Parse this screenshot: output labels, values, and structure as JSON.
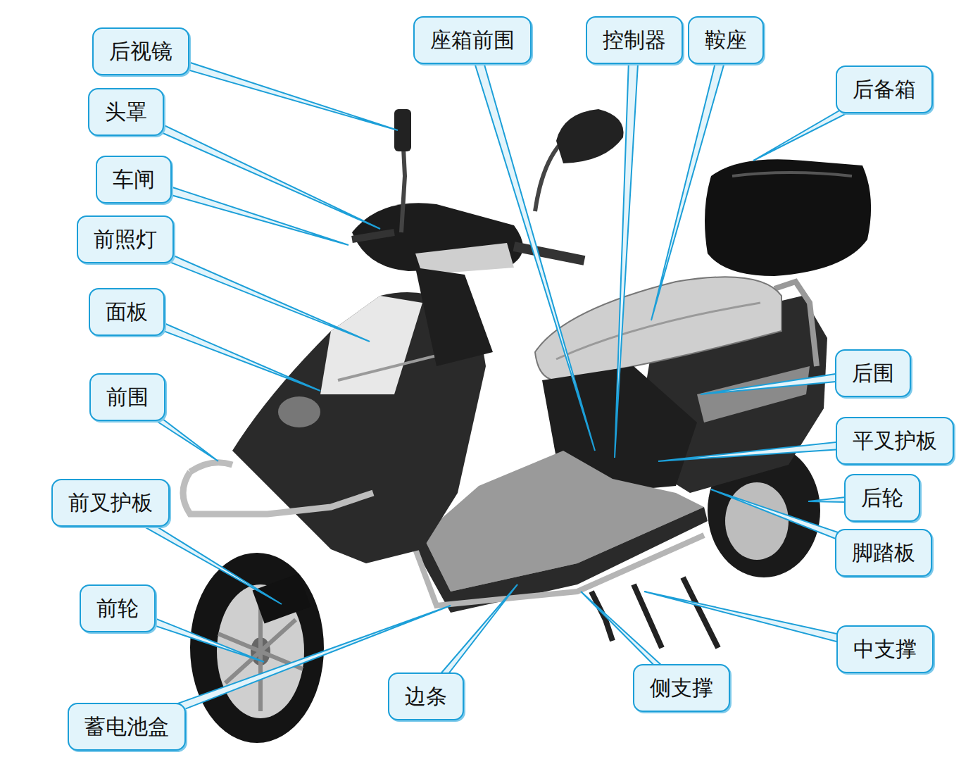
{
  "diagram": {
    "nodes": [
      {
        "text": [
          "后视镜"
        ]
      },
      {
        "text": [
          "座箱前围"
        ]
      },
      {
        "text": [
          "控制器"
        ]
      },
      {
        "text": [
          "鞍座"
        ]
      },
      {
        "text": [
          "后备箱"
        ]
      },
      {
        "text": [
          "头罩"
        ]
      },
      {
        "text": [
          "车闸"
        ]
      },
      {
        "text": [
          "前照灯"
        ]
      },
      {
        "text": [
          "面板"
        ]
      },
      {
        "text": [
          "后围"
        ]
      },
      {
        "text": [
          "前围"
        ]
      },
      {
        "text": [
          "平叉护板"
        ]
      },
      {
        "text": [
          "前叉护板"
        ]
      },
      {
        "text": [
          "后轮"
        ]
      },
      {
        "text": [
          "脚踏板"
        ]
      },
      {
        "text": [
          "前轮"
        ]
      },
      {
        "text": [
          "中支撑"
        ]
      },
      {
        "text": [
          "边条"
        ]
      },
      {
        "text": [
          "侧支撑"
        ]
      },
      {
        "text": [
          "蓄电池盒"
        ]
      }
    ]
  }
}
